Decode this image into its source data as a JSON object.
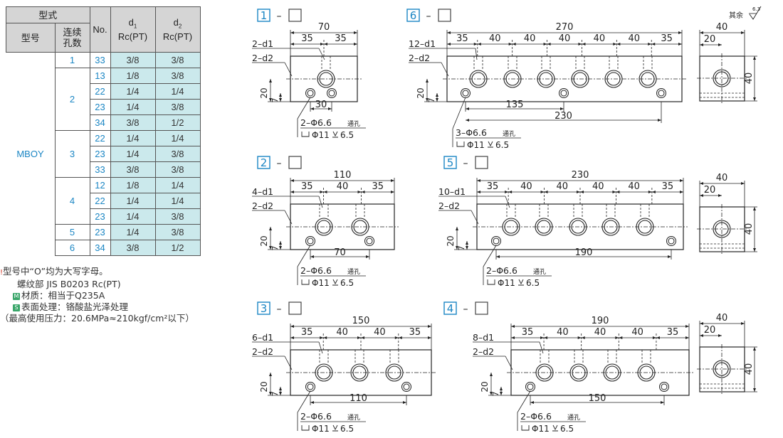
{
  "table": {
    "head_series": "型式",
    "head_model": "型号",
    "head_count": "连续\n孔数",
    "head_no": "No.",
    "head_d1": "d",
    "head_d1_sub": "1",
    "head_d1_thread": "Rc(PT)",
    "head_d2": "d",
    "head_d2_sub": "2",
    "head_d2_thread": "Rc(PT)",
    "model": "MBOY",
    "groups": [
      {
        "count": "1",
        "rows": [
          {
            "no": "33",
            "d1": "3/8",
            "d2": "3/8"
          }
        ]
      },
      {
        "count": "2",
        "rows": [
          {
            "no": "13",
            "d1": "1/8",
            "d2": "3/8"
          },
          {
            "no": "22",
            "d1": "1/4",
            "d2": "1/4"
          },
          {
            "no": "23",
            "d1": "1/4",
            "d2": "3/8"
          },
          {
            "no": "34",
            "d1": "3/8",
            "d2": "1/2"
          }
        ]
      },
      {
        "count": "3",
        "rows": [
          {
            "no": "22",
            "d1": "1/4",
            "d2": "1/4"
          },
          {
            "no": "23",
            "d1": "1/4",
            "d2": "3/8"
          },
          {
            "no": "33",
            "d1": "3/8",
            "d2": "3/8"
          }
        ]
      },
      {
        "count": "4",
        "rows": [
          {
            "no": "12",
            "d1": "1/8",
            "d2": "1/4"
          },
          {
            "no": "22",
            "d1": "1/4",
            "d2": "1/4"
          },
          {
            "no": "23",
            "d1": "1/4",
            "d2": "3/8"
          }
        ]
      },
      {
        "count": "5",
        "rows": [
          {
            "no": "23",
            "d1": "1/4",
            "d2": "3/8"
          }
        ]
      },
      {
        "count": "6",
        "rows": [
          {
            "no": "34",
            "d1": "3/8",
            "d2": "1/2"
          }
        ]
      }
    ]
  },
  "notes": {
    "warn_icon": "!",
    "line1": "型号中“O”均为大写字母。",
    "line2": "螺纹部 JIS B0203 Rc(PT)",
    "material_badge": "M",
    "material": "材质：相当于Q235A",
    "surface_badge": "S",
    "surface": "表面处理：铬酸盐光泽处理",
    "pressure": "（最高使用压力：20.6MPa≈210kgf/cm²以下）"
  },
  "surface_finish": {
    "label": "其余",
    "value": "6.3"
  },
  "side_view": {
    "width": "40",
    "half": "20",
    "height": "40"
  },
  "drawings": [
    {
      "id": "1",
      "sep": "–",
      "count_label": "2–d1",
      "port_label": "2–d2",
      "total": "70",
      "segments": [
        "35",
        "35"
      ],
      "h20": "20",
      "h7": "7",
      "pitch": "30",
      "hole_note": "2–Φ6.6",
      "hole_suffix": "通孔",
      "cbore": "Φ11",
      "cbore_depth": "6.5"
    },
    {
      "id": "2",
      "sep": "–",
      "count_label": "4–d1",
      "port_label": "2–d2",
      "total": "110",
      "segments": [
        "35",
        "40",
        "35"
      ],
      "h20": "20",
      "h7": "7",
      "pitch": "70",
      "hole_note": "2–Φ6.6",
      "hole_suffix": "通孔",
      "cbore": "Φ11",
      "cbore_depth": "6.5"
    },
    {
      "id": "3",
      "sep": "–",
      "count_label": "6–d1",
      "port_label": "2–d2",
      "total": "150",
      "segments": [
        "35",
        "40",
        "40",
        "35"
      ],
      "h20": "20",
      "h7": "7",
      "pitch": "110",
      "hole_note": "2–Φ6.6",
      "hole_suffix": "通孔",
      "cbore": "Φ11",
      "cbore_depth": "6.5"
    },
    {
      "id": "4",
      "sep": "–",
      "count_label": "8–d1",
      "port_label": "2–d2",
      "total": "190",
      "segments": [
        "35",
        "40",
        "40",
        "40",
        "35"
      ],
      "h20": "20",
      "h7": "7",
      "pitch": "150",
      "hole_note": "2–Φ6.6",
      "hole_suffix": "通孔",
      "cbore": "Φ11",
      "cbore_depth": "6.5"
    },
    {
      "id": "5",
      "sep": "–",
      "count_label": "10–d1",
      "port_label": "2–d2",
      "total": "230",
      "segments": [
        "35",
        "40",
        "40",
        "40",
        "40",
        "35"
      ],
      "h20": "20",
      "h7": "7",
      "pitch": "190",
      "hole_note": "2–Φ6.6",
      "hole_suffix": "通孔",
      "cbore": "Φ11",
      "cbore_depth": "6.5"
    },
    {
      "id": "6",
      "sep": "–",
      "count_label": "12–d1",
      "port_label": "2–d2",
      "total": "270",
      "segments": [
        "35",
        "40",
        "40",
        "40",
        "40",
        "40",
        "35"
      ],
      "h20": "20",
      "h7": "7",
      "pitch": "135",
      "pitch2": "230",
      "hole_note": "3–Φ6.6",
      "hole_suffix": "通孔",
      "cbore": "Φ11",
      "cbore_depth": "6.5"
    }
  ],
  "colors": {
    "accent": "#1b86c4",
    "cell_bg": "#cbe9ec",
    "header_bg": "#d5d5d5"
  }
}
